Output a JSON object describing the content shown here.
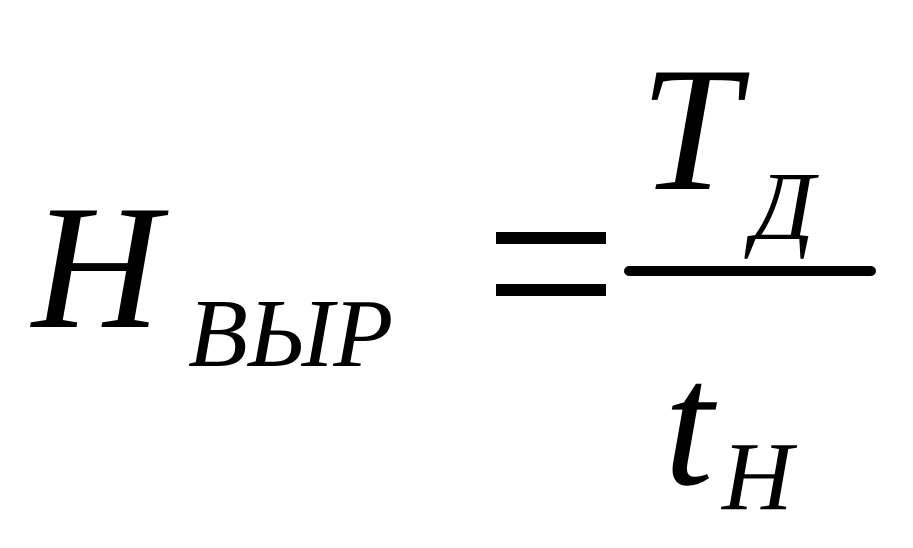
{
  "formula": {
    "lhs": {
      "symbol": "H",
      "subscript": "ВЫР"
    },
    "operator": "=",
    "numerator": {
      "symbol": "T",
      "subscript": "Д"
    },
    "denominator": {
      "symbol": "t",
      "subscript": "Н"
    }
  }
}
